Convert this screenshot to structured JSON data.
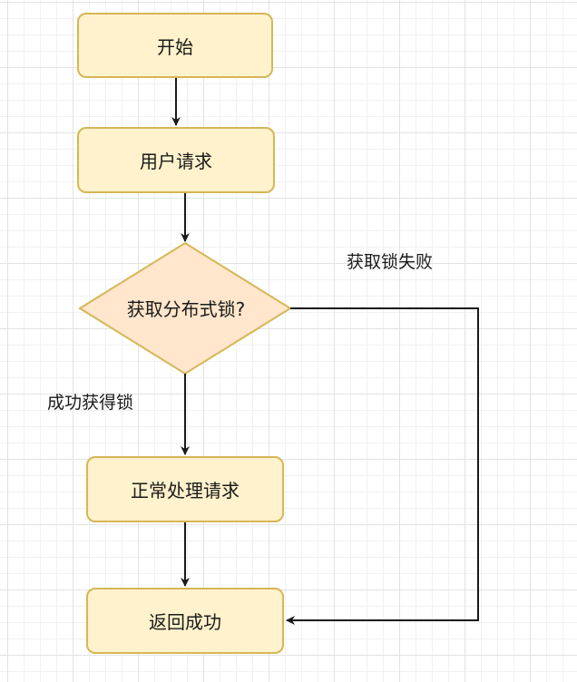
{
  "nodes": {
    "start": "开始",
    "user_request": "用户请求",
    "decision": "获取分布式锁?",
    "normal_process": "正常处理请求",
    "return_success": "返回成功"
  },
  "edge_labels": {
    "success": "成功获得锁",
    "failure": "获取锁失败"
  },
  "colors": {
    "process_fill": "#fff2cc",
    "process_stroke": "#d6b656",
    "decision_fill": "#ffe6cc",
    "edge": "#1a1a1a"
  }
}
